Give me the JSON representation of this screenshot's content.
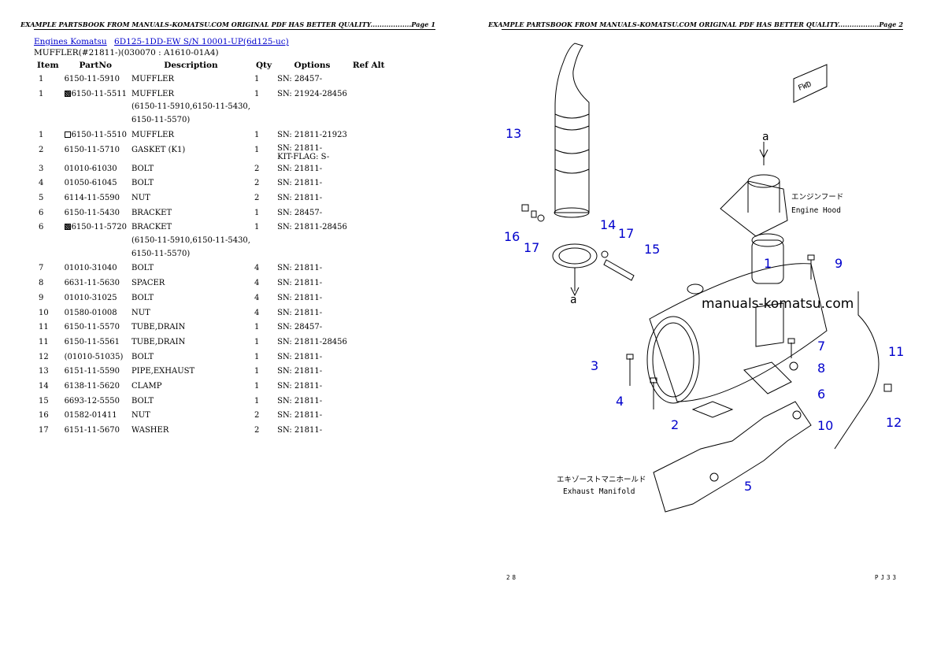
{
  "header": {
    "left": "EXAMPLE PARTSBOOK FROM MANUALS-KOMATSU.COM ORIGINAL PDF HAS BETTER QUALITY..................Page 1",
    "right": "EXAMPLE PARTSBOOK FROM MANUALS-KOMATSU.COM ORIGINAL PDF HAS BETTER QUALITY..................Page 2"
  },
  "breadcrumb": {
    "link1": "Engines Komatsu",
    "link2": "6D125-1DD-EW S/N 10001-UP(6d125-uc)"
  },
  "subtitle": "MUFFLER(#21811-)(030070 : A1610-01A4)",
  "columns": [
    "Item",
    "PartNo",
    "Description",
    "Qty",
    "Options",
    "Ref Alt"
  ],
  "rows": [
    {
      "item": "1",
      "mark": "",
      "part": "6150-11-5910",
      "desc": [
        "MUFFLER"
      ],
      "qty": "1",
      "opt": [
        "SN: 28457-"
      ]
    },
    {
      "item": "1",
      "mark": "filled",
      "part": "6150-11-5511",
      "desc": [
        "MUFFLER",
        "(6150-11-5910,6150-11-5430,",
        "6150-11-5570)"
      ],
      "qty": "1",
      "opt": [
        "SN: 21924-28456"
      ]
    },
    {
      "item": "1",
      "mark": "empty",
      "part": "6150-11-5510",
      "desc": [
        "MUFFLER"
      ],
      "qty": "1",
      "opt": [
        "SN: 21811-21923"
      ]
    },
    {
      "item": "2",
      "mark": "",
      "part": "6150-11-5710",
      "desc": [
        "GASKET (K1)"
      ],
      "qty": "1",
      "opt": [
        "SN: 21811-",
        "KIT-FLAG: S-"
      ]
    },
    {
      "item": "3",
      "mark": "",
      "part": "01010-61030",
      "desc": [
        "BOLT"
      ],
      "qty": "2",
      "opt": [
        "SN: 21811-"
      ]
    },
    {
      "item": "4",
      "mark": "",
      "part": "01050-61045",
      "desc": [
        "BOLT"
      ],
      "qty": "2",
      "opt": [
        "SN: 21811-"
      ]
    },
    {
      "item": "5",
      "mark": "",
      "part": "6114-11-5590",
      "desc": [
        "NUT"
      ],
      "qty": "2",
      "opt": [
        "SN: 21811-"
      ]
    },
    {
      "item": "6",
      "mark": "",
      "part": "6150-11-5430",
      "desc": [
        "BRACKET"
      ],
      "qty": "1",
      "opt": [
        "SN: 28457-"
      ]
    },
    {
      "item": "6",
      "mark": "filled",
      "part": "6150-11-5720",
      "desc": [
        "BRACKET",
        "(6150-11-5910,6150-11-5430,",
        "6150-11-5570)"
      ],
      "qty": "1",
      "opt": [
        "SN: 21811-28456"
      ]
    },
    {
      "item": "7",
      "mark": "",
      "part": "01010-31040",
      "desc": [
        "BOLT"
      ],
      "qty": "4",
      "opt": [
        "SN: 21811-"
      ]
    },
    {
      "item": "8",
      "mark": "",
      "part": "6631-11-5630",
      "desc": [
        "SPACER"
      ],
      "qty": "4",
      "opt": [
        "SN: 21811-"
      ]
    },
    {
      "item": "9",
      "mark": "",
      "part": "01010-31025",
      "desc": [
        "BOLT"
      ],
      "qty": "4",
      "opt": [
        "SN: 21811-"
      ]
    },
    {
      "item": "10",
      "mark": "",
      "part": "01580-01008",
      "desc": [
        "NUT"
      ],
      "qty": "4",
      "opt": [
        "SN: 21811-"
      ]
    },
    {
      "item": "11",
      "mark": "",
      "part": "6150-11-5570",
      "desc": [
        "TUBE,DRAIN"
      ],
      "qty": "1",
      "opt": [
        "SN: 28457-"
      ]
    },
    {
      "item": "11",
      "mark": "",
      "part": "6150-11-5561",
      "desc": [
        "TUBE,DRAIN"
      ],
      "qty": "1",
      "opt": [
        "SN: 21811-28456"
      ]
    },
    {
      "item": "12",
      "mark": "",
      "part": "(01010-51035)",
      "desc": [
        "BOLT"
      ],
      "qty": "1",
      "opt": [
        "SN: 21811-"
      ]
    },
    {
      "item": "13",
      "mark": "",
      "part": "6151-11-5590",
      "desc": [
        "PIPE,EXHAUST"
      ],
      "qty": "1",
      "opt": [
        "SN: 21811-"
      ]
    },
    {
      "item": "14",
      "mark": "",
      "part": "6138-11-5620",
      "desc": [
        "CLAMP"
      ],
      "qty": "1",
      "opt": [
        "SN: 21811-"
      ]
    },
    {
      "item": "15",
      "mark": "",
      "part": "6693-12-5550",
      "desc": [
        "BOLT"
      ],
      "qty": "1",
      "opt": [
        "SN: 21811-"
      ]
    },
    {
      "item": "16",
      "mark": "",
      "part": "01582-01411",
      "desc": [
        "NUT"
      ],
      "qty": "2",
      "opt": [
        "SN: 21811-"
      ]
    },
    {
      "item": "17",
      "mark": "",
      "part": "6151-11-5670",
      "desc": [
        "WASHER"
      ],
      "qty": "2",
      "opt": [
        "SN: 21811-"
      ]
    }
  ],
  "diagram": {
    "watermark": "manuals-komatsu.com",
    "engine_hood_jp": "エンジンフード",
    "engine_hood_en": "Engine Hood",
    "manifold_jp": "エキゾーストマニホールド",
    "manifold_en": "Exhaust Manifold",
    "fwd": "FWD",
    "arrow_a": "a",
    "callouts": [
      "1",
      "2",
      "3",
      "4",
      "5",
      "6",
      "7",
      "8",
      "9",
      "10",
      "11",
      "12",
      "13",
      "14",
      "15",
      "16",
      "17"
    ]
  },
  "footer": {
    "left": "28",
    "right": "PJ33"
  }
}
